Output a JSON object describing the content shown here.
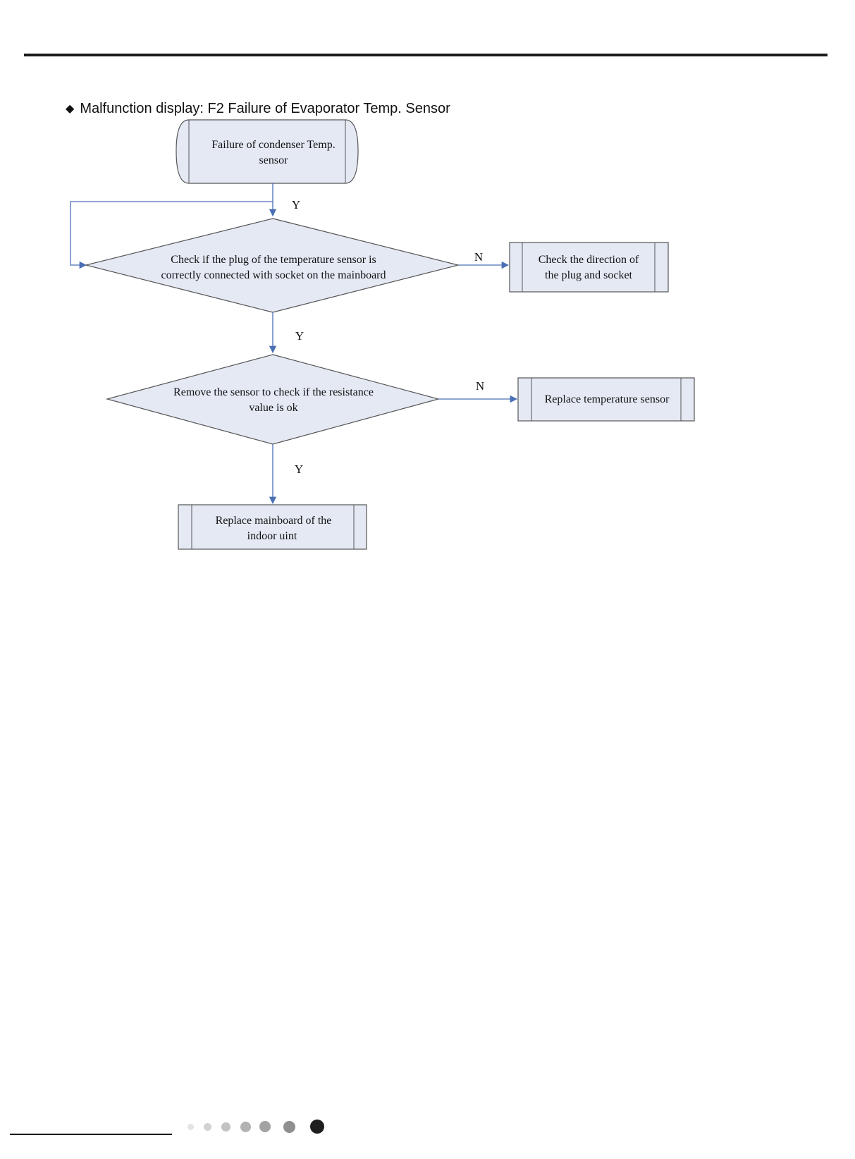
{
  "heading": {
    "bullet": "◆",
    "text": "Malfunction display: F2 Failure of Evaporator Temp. Sensor"
  },
  "flowchart": {
    "start": {
      "lines": [
        "Failure of condenser Temp.",
        "sensor"
      ]
    },
    "decision_1": {
      "lines": [
        "Check if the plug of the temperature sensor  is",
        "correctly connected with socket on the mainboard"
      ]
    },
    "action_1": {
      "lines": [
        "Check the direction of",
        "the plug and socket"
      ]
    },
    "decision_2": {
      "lines": [
        "Remove the sensor to check if the resistance",
        "value is ok"
      ]
    },
    "action_2": {
      "lines": [
        "Replace temperature sensor"
      ]
    },
    "action_3": {
      "lines": [
        "Replace mainboard of the",
        "indoor uint"
      ]
    },
    "labels": {
      "start_to_decision_1": "Y",
      "decision_1_no": "N",
      "decision_1_yes": "Y",
      "decision_2_no": "N",
      "decision_2_yes": "Y"
    }
  },
  "page_indicator": {
    "dot_count": 7,
    "active_index": 6,
    "colors": [
      "#e3e3e3",
      "#d2d2d2",
      "#c2c2c2",
      "#b2b2b2",
      "#a3a3a3",
      "#8f8f8f",
      "#1e1e1e"
    ]
  },
  "colors": {
    "shape_fill": "#e4e9f4",
    "shape_stroke": "#555555",
    "connector": "#4a6fb5"
  }
}
